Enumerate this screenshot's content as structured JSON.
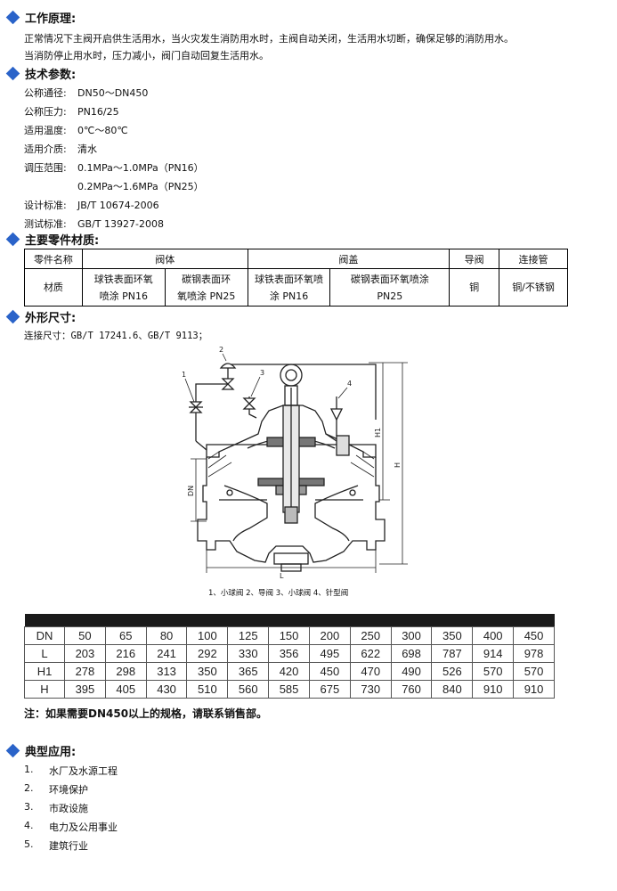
{
  "sections": {
    "principle": {
      "title": "工作原理:",
      "lines": [
        "正常情况下主阀开启供生活用水，当火灾发生消防用水时，主阀自动关闭，生活用水切断，确保足够的消防用水。",
        "当消防停止用水时，压力减小，阀门自动回复生活用水。"
      ]
    },
    "params": {
      "title": "技术参数:",
      "items": [
        {
          "label": "公称通径:",
          "value": "DN50～DN450"
        },
        {
          "label": "公称压力:",
          "value": "PN16/25"
        },
        {
          "label": "适用温度:",
          "value": "0℃～80℃"
        },
        {
          "label": "适用介质:",
          "value": "清水"
        },
        {
          "label": "调压范围:",
          "value": "0.1MPa～1.0MPa（PN16）"
        },
        {
          "label": "",
          "value": "0.2MPa～1.6MPa（PN25）"
        },
        {
          "label": "设计标准:",
          "value": "JB/T 10674-2006"
        },
        {
          "label": "测试标准:",
          "value": "GB/T 13927-2008"
        }
      ]
    },
    "materials": {
      "title": "主要零件材质:",
      "header": [
        "零件名称",
        "阀体",
        "阀盖",
        "导阀",
        "连接管"
      ],
      "row_label": "材质",
      "cells": [
        [
          "球铁表面环氧",
          "喷涂 PN16"
        ],
        [
          "碳钢表面环",
          "氧喷涂 PN25"
        ],
        [
          "球铁表面环氧喷",
          "涂 PN16"
        ],
        [
          "碳钢表面环氧喷涂",
          "PN25"
        ],
        [
          "铜"
        ],
        [
          "铜/不锈钢"
        ]
      ]
    },
    "dimensions": {
      "title": "外形尺寸:",
      "connection": "连接尺寸：GB/T 17241.6、GB/T 9113；",
      "diagram": {
        "callouts": [
          "1",
          "2",
          "3",
          "4"
        ],
        "dim_labels": {
          "dn": "DN",
          "h1": "H1",
          "h": "H",
          "l": "L"
        },
        "caption": "1、小球阀  2、导阀  3、小球阀  4、针型阀"
      },
      "table": [
        [
          "DN",
          "50",
          "65",
          "80",
          "100",
          "125",
          "150",
          "200",
          "250",
          "300",
          "350",
          "400",
          "450"
        ],
        [
          "L",
          "203",
          "216",
          "241",
          "292",
          "330",
          "356",
          "495",
          "622",
          "698",
          "787",
          "914",
          "978"
        ],
        [
          "H1",
          "278",
          "298",
          "313",
          "350",
          "365",
          "420",
          "450",
          "470",
          "490",
          "526",
          "570",
          "570"
        ],
        [
          "H",
          "395",
          "405",
          "430",
          "510",
          "560",
          "585",
          "675",
          "730",
          "760",
          "840",
          "910",
          "910"
        ]
      ],
      "note": "注：如果需要DN450以上的规格，请联系销售部。"
    },
    "applications": {
      "title": "典型应用:",
      "items": [
        {
          "num": "1.",
          "text": "水厂及水源工程"
        },
        {
          "num": "2.",
          "text": "环境保护"
        },
        {
          "num": "3.",
          "text": "市政设施"
        },
        {
          "num": "4.",
          "text": "电力及公用事业"
        },
        {
          "num": "5.",
          "text": "建筑行业"
        }
      ]
    }
  },
  "colors": {
    "accent": "#2a63c9",
    "table_header_bar": "#1a1a1a"
  }
}
